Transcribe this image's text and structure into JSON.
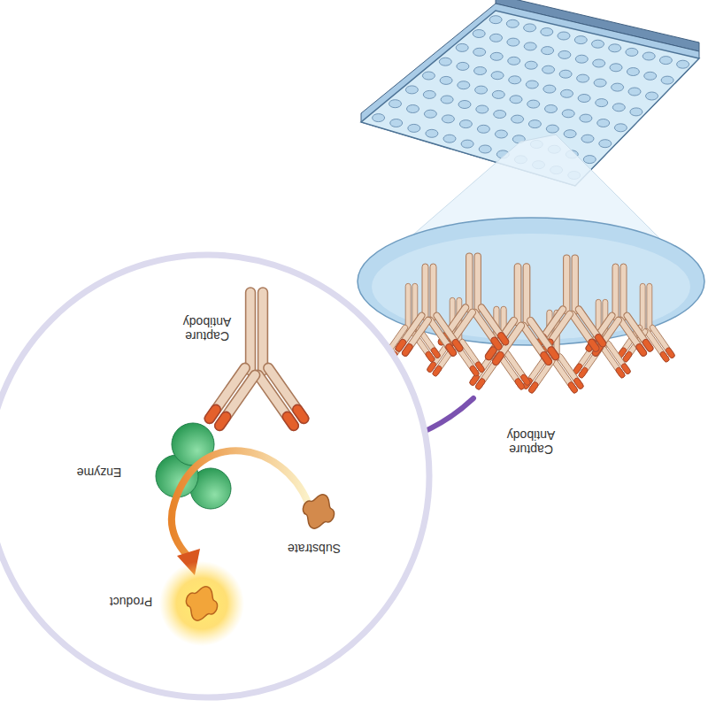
{
  "diagram": {
    "labels": [
      "Capture Antibody",
      "Capture Antibody",
      "Enzyme",
      "Substrate",
      "Product"
    ]
  }
}
